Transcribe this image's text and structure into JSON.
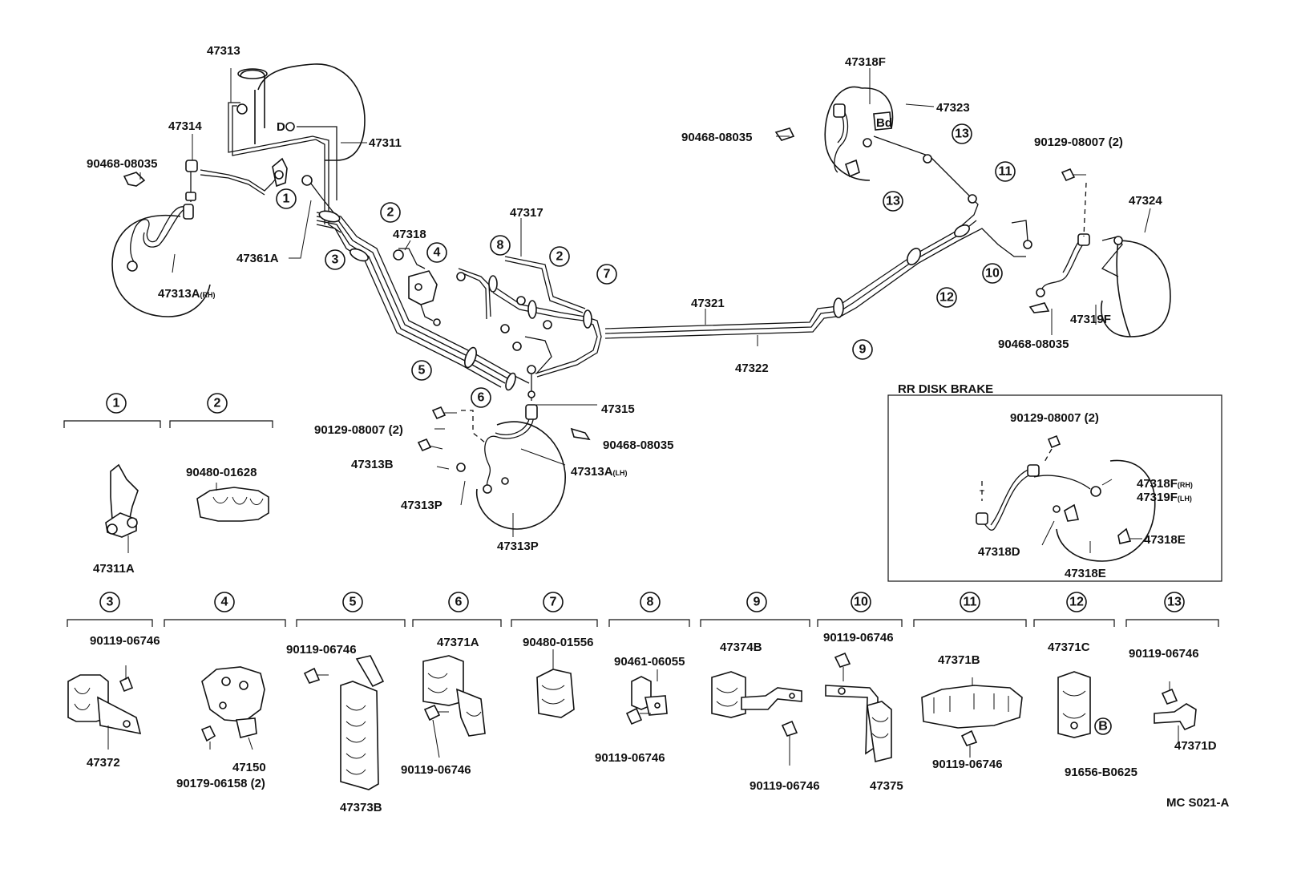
{
  "labels": {
    "p47313": "47313",
    "p47314": "47314",
    "p90468_tl": "90468-08035",
    "p47311": "47311",
    "p47361a": "47361A",
    "p47313a_rh": "47313A",
    "p47313a_rh_sub": "(RH)",
    "p47318": "47318",
    "p47317": "47317",
    "p47321": "47321",
    "p47322": "47322",
    "p47315": "47315",
    "p90129_mid": "90129-08007 (2)",
    "p47313b": "47313B",
    "p47313p_a": "47313P",
    "p47313p_b": "47313P",
    "p90468_mid": "90468-08035",
    "p47313a_lh": "47313A",
    "p47313a_lh_sub": "(LH)",
    "p47318f_top": "47318F",
    "p47323": "47323",
    "p90468_tr": "90468-08035",
    "p90129_tr": "90129-08007 (2)",
    "p47324": "47324",
    "p47319f": "47319F",
    "p90468_rr": "90468-08035",
    "rr_title": "RR DISK BRAKE",
    "rr_90129": "90129-08007 (2)",
    "rr_47318f": "47318F",
    "rr_47318f_sub": "(RH)",
    "rr_47319f": "47319F",
    "rr_47319f_sub": "(LH)",
    "rr_47318d": "47318D",
    "rr_47318e_a": "47318E",
    "rr_47318e_b": "47318E",
    "g1_47311a": "47311A",
    "g2_90480": "90480-01628",
    "g3_90119": "90119-06746",
    "g3_47372": "47372",
    "g4_47150": "47150",
    "g4_90179": "90179-06158 (2)",
    "g5_90119": "90119-06746",
    "g5_47373b": "47373B",
    "g6_47371a": "47371A",
    "g6_90119": "90119-06746",
    "g7_90480": "90480-01556",
    "g8_90461": "90461-06055",
    "g8_90119": "90119-06746",
    "g9_47374b": "47374B",
    "g9_90119": "90119-06746",
    "g10_90119": "90119-06746",
    "g10_47375": "47375",
    "g11_47371b": "47371B",
    "g11_90119": "90119-06746",
    "g12_47371c": "47371C",
    "g12_b": "B",
    "g12_91656": "91656-B0625",
    "g13_90119": "90119-06746",
    "g13_47371d": "47371D",
    "footer_code": "MC S021-A"
  },
  "callouts": [
    "1",
    "2",
    "3",
    "4",
    "5",
    "6",
    "7",
    "8",
    "9",
    "10",
    "11",
    "12",
    "13"
  ]
}
